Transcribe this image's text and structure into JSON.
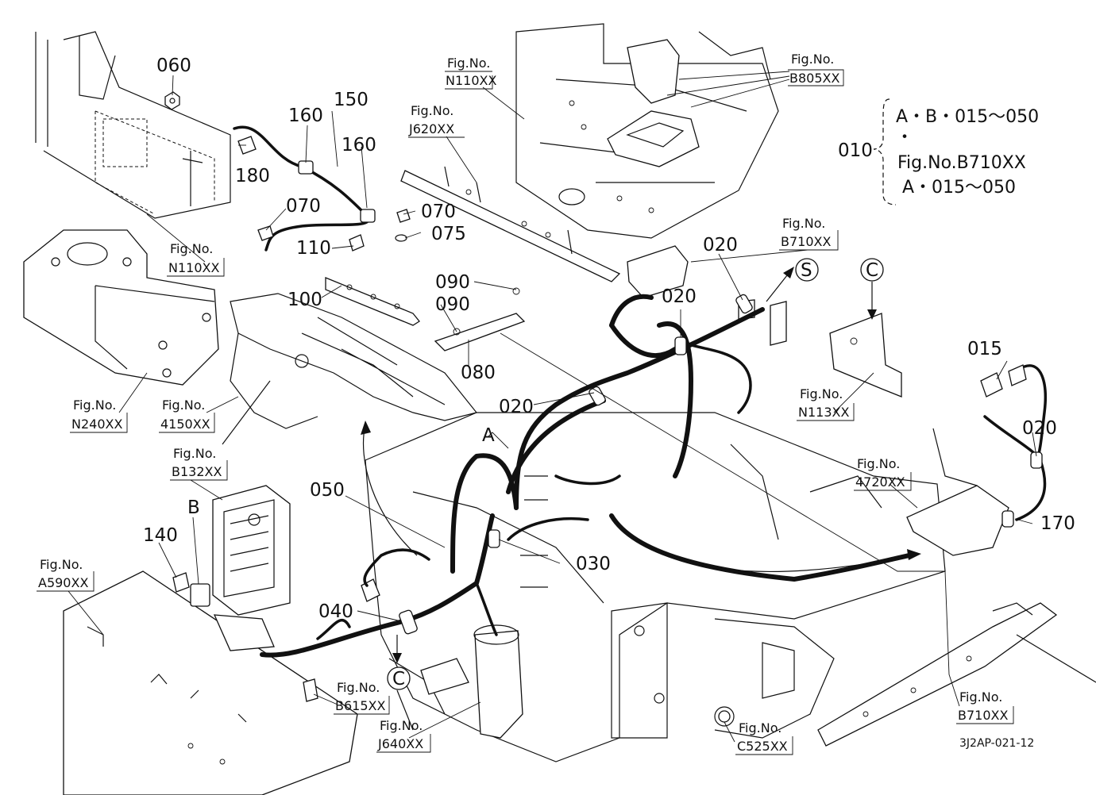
{
  "part_numbers": {
    "p060": "060",
    "p150": "150",
    "p160a": "160",
    "p160b": "160",
    "p180": "180",
    "p070a": "070",
    "p070b": "070",
    "p075": "075",
    "p110": "110",
    "p100": "100",
    "p090a": "090",
    "p090b": "090",
    "p080": "080",
    "p020a": "020",
    "p020b": "020",
    "p020c": "020",
    "p020d": "020",
    "p015": "015",
    "p170": "170",
    "p050": "050",
    "p030": "030",
    "p040": "040",
    "p140": "140",
    "p010": "010"
  },
  "figure_refs": {
    "fig_label": "Fig.No.",
    "n110_top": "N110XX",
    "j620": "J620XX",
    "b805": "B805XX",
    "b710_conn": "B710XX",
    "n110_left": "N110XX",
    "n240": "N240XX",
    "f4150": "4150XX",
    "n113": "N113XX",
    "f4720": "4720XX",
    "b132": "B132XX",
    "a590": "A590XX",
    "b615": "B615XX",
    "j640": "J640XX",
    "c525": "C525XX",
    "b710_bottom": "B710XX"
  },
  "markers": {
    "s": "S",
    "c_top": "C",
    "c_bottom": "C",
    "a": "A",
    "b": "B"
  },
  "note": {
    "line1": "A・B・015～050",
    "dot": "・",
    "line2": "Fig.No.B710XX",
    "line3": "A・015～050"
  },
  "drawing_code": "3J2AP-021-12"
}
